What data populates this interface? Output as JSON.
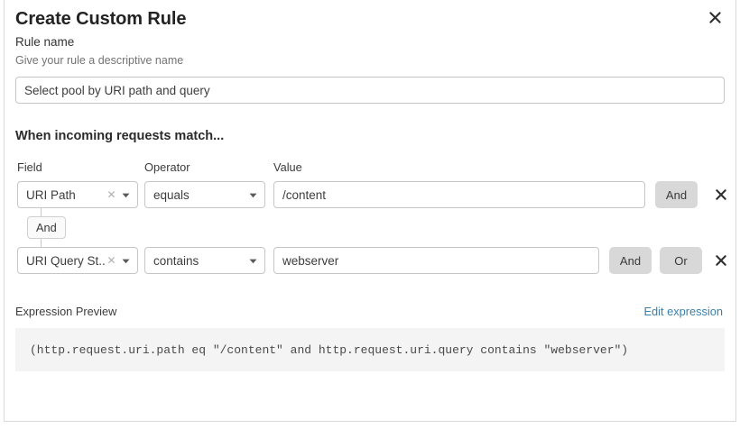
{
  "dialog": {
    "title": "Create Custom Rule",
    "close_icon": "close-icon"
  },
  "rule_name": {
    "label": "Rule name",
    "help": "Give your rule a descriptive name",
    "value": "Select pool by URI path and query",
    "placeholder": "Enter rule name"
  },
  "match": {
    "heading": "When incoming requests match...",
    "columns": {
      "field": "Field",
      "operator": "Operator",
      "value": "Value"
    },
    "connector": {
      "label": "And"
    },
    "rows": [
      {
        "field": "URI Path",
        "operator": "equals",
        "value": "/content",
        "value_placeholder": "Enter value",
        "buttons": [
          "And"
        ],
        "clear_icon": "clear-icon",
        "caret_icon": "chevron-down-icon",
        "remove_icon": "remove-row-icon"
      },
      {
        "field": "URI Query St...",
        "operator": "contains",
        "value": "webserver",
        "value_placeholder": "Enter value",
        "buttons": [
          "And",
          "Or"
        ],
        "clear_icon": "clear-icon",
        "caret_icon": "chevron-down-icon",
        "remove_icon": "remove-row-icon"
      }
    ]
  },
  "expression": {
    "label": "Expression Preview",
    "edit_link": "Edit expression",
    "text": "(http.request.uri.path eq \"/content\" and http.request.uri.query contains \"webserver\")"
  },
  "colors": {
    "link": "#3b7fa8",
    "button_bg": "#d8d8d8",
    "expr_bg": "#f4f4f4",
    "border": "#c6c6c6"
  }
}
